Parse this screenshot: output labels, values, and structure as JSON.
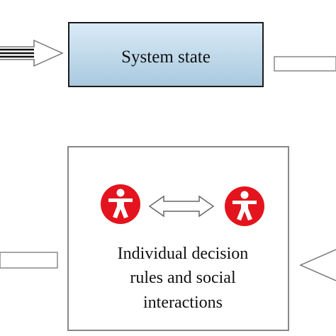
{
  "diagram": {
    "system_state_label": "System state",
    "individual_box_lines": [
      "Individual decision",
      "rules and social",
      "interactions"
    ]
  },
  "icons": {
    "left_agent": "person-icon",
    "right_agent": "person-icon",
    "interaction": "double-arrow-icon"
  },
  "colors": {
    "system_state_fill_top": "#d9ebf7",
    "system_state_fill_bottom": "#a9c9df",
    "agent_red": "#e3141e",
    "box_border": "#888888"
  }
}
